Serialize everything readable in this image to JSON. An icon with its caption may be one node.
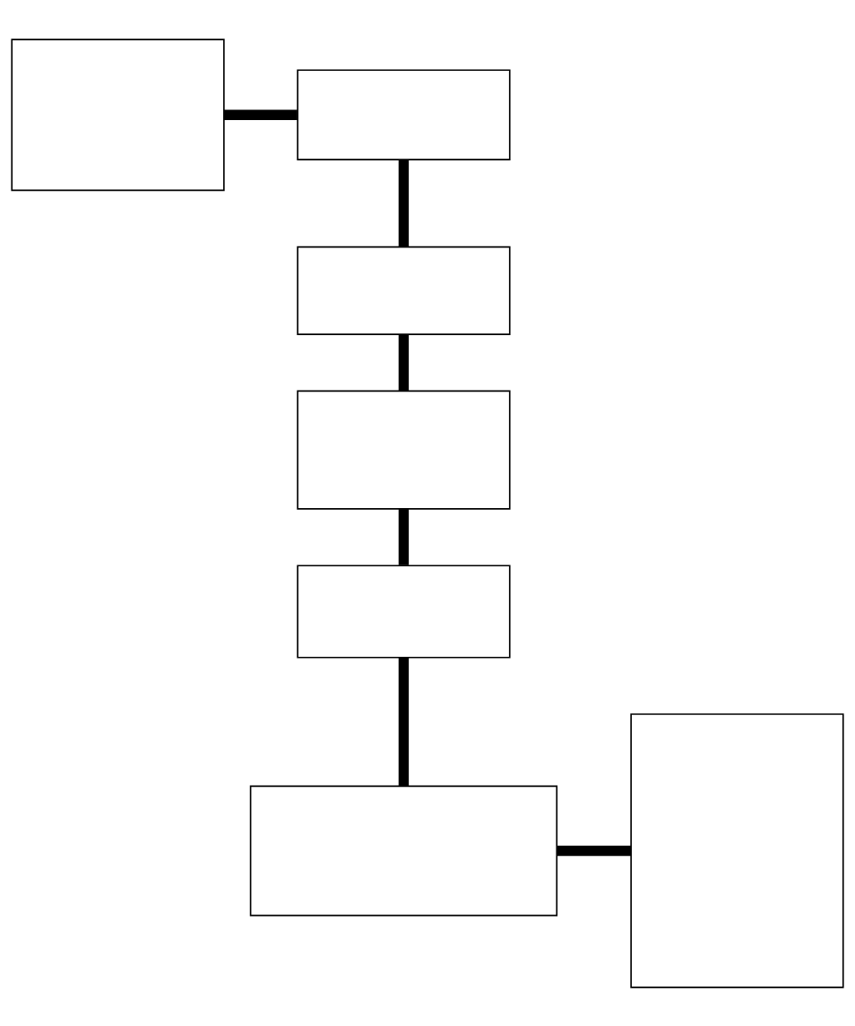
{
  "diagram": {
    "nodes": [
      {
        "text": [],
        "shape": "box"
      },
      {
        "text": [],
        "shape": "box"
      },
      {
        "text": [],
        "shape": "box"
      },
      {
        "text": [],
        "shape": "box"
      },
      {
        "text": [],
        "shape": "box"
      },
      {
        "text": [],
        "shape": "box"
      },
      {
        "text": [],
        "shape": "box"
      }
    ],
    "edges": [
      {
        "from": 0,
        "to": 1,
        "arrow": "none"
      },
      {
        "from": 1,
        "to": 2,
        "arrow": "none"
      },
      {
        "from": 2,
        "to": 3,
        "arrow": "none"
      },
      {
        "from": 3,
        "to": 4,
        "arrow": "none"
      },
      {
        "from": 4,
        "to": 5,
        "arrow": "none"
      },
      {
        "from": 5,
        "to": 6,
        "arrow": "none"
      }
    ]
  }
}
